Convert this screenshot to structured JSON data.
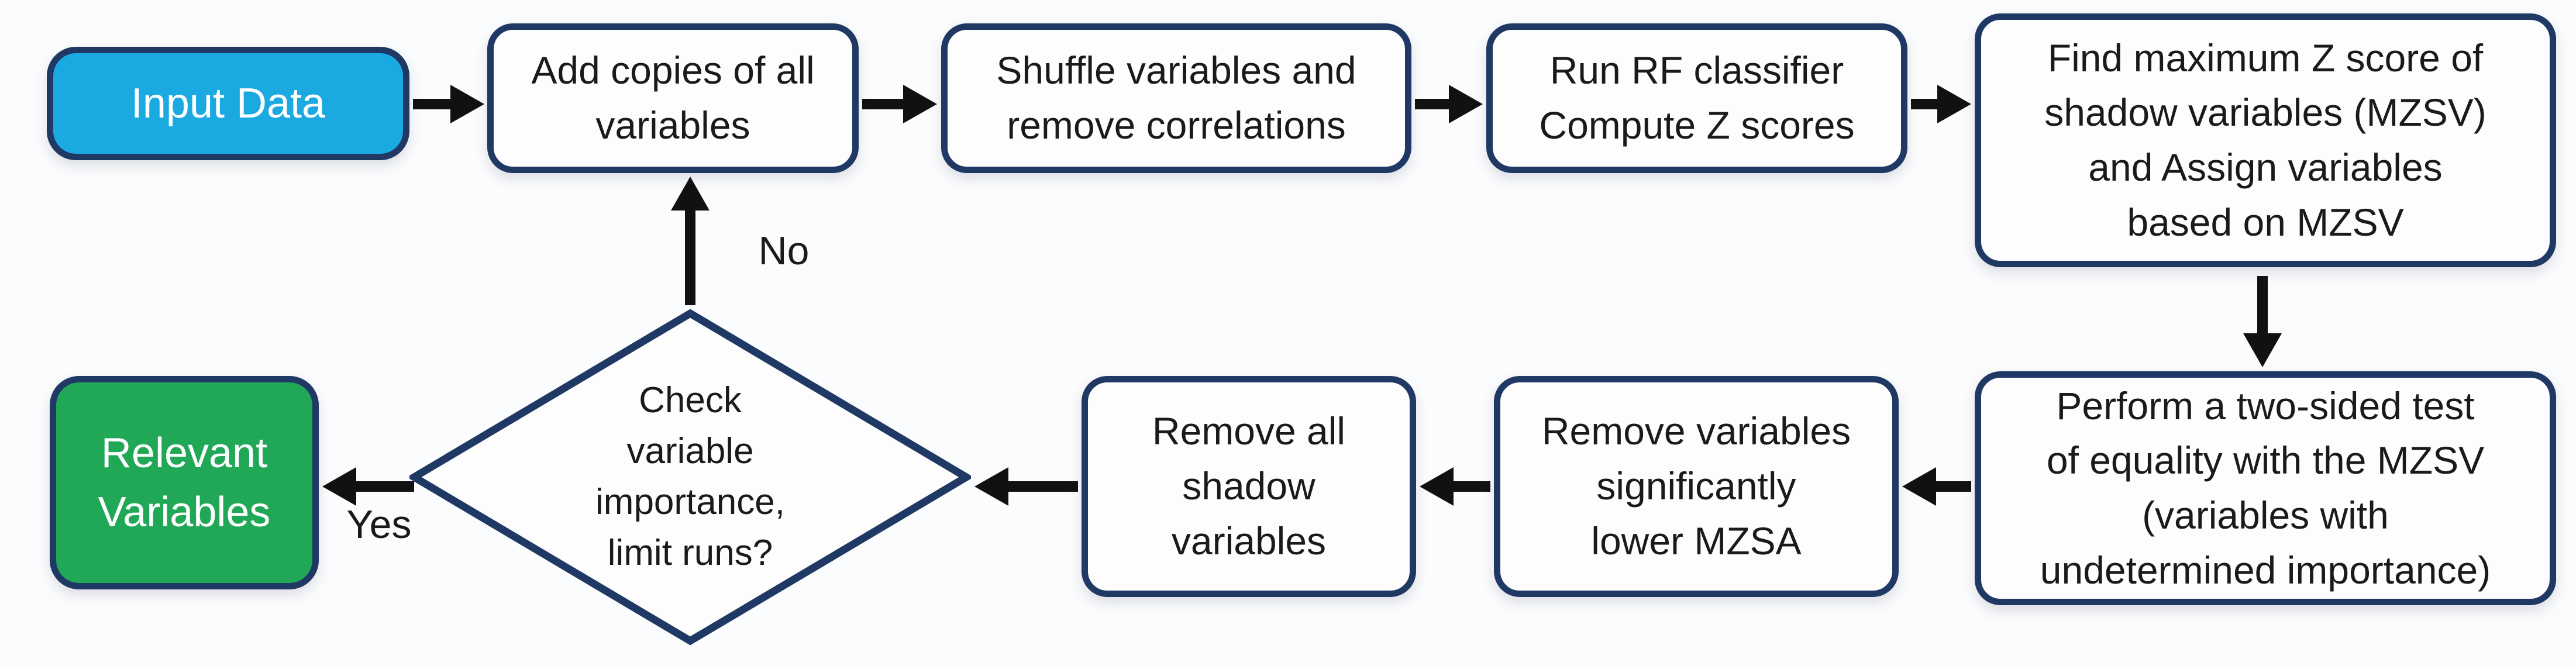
{
  "colors": {
    "input_fill": "#1ba9e1",
    "result_fill": "#21a857",
    "node_border": "#1f3864",
    "node_fill": "#fdfdfe",
    "arrow": "#111111",
    "text_dark": "#1a1a1a",
    "text_light": "#ffffff"
  },
  "nodes": {
    "input_data": "Input Data",
    "add_copies": "Add copies of all\nvariables",
    "shuffle": "Shuffle variables and\nremove correlations",
    "run_rf": "Run RF classifier\nCompute Z scores",
    "find_max": "Find maximum Z score of\nshadow variables (MZSV)\nand Assign variables\nbased on MZSV",
    "perform_test": "Perform a two-sided test\nof equality with the MZSV\n(variables with\nundetermined importance)",
    "remove_lower": "Remove variables\nsignificantly\nlower MZSA",
    "remove_shadow": "Remove all\nshadow\nvariables",
    "decision": "Check\nvariable\nimportance,\nlimit runs?",
    "relevant": "Relevant\nVariables"
  },
  "edge_labels": {
    "no": "No",
    "yes": "Yes"
  }
}
